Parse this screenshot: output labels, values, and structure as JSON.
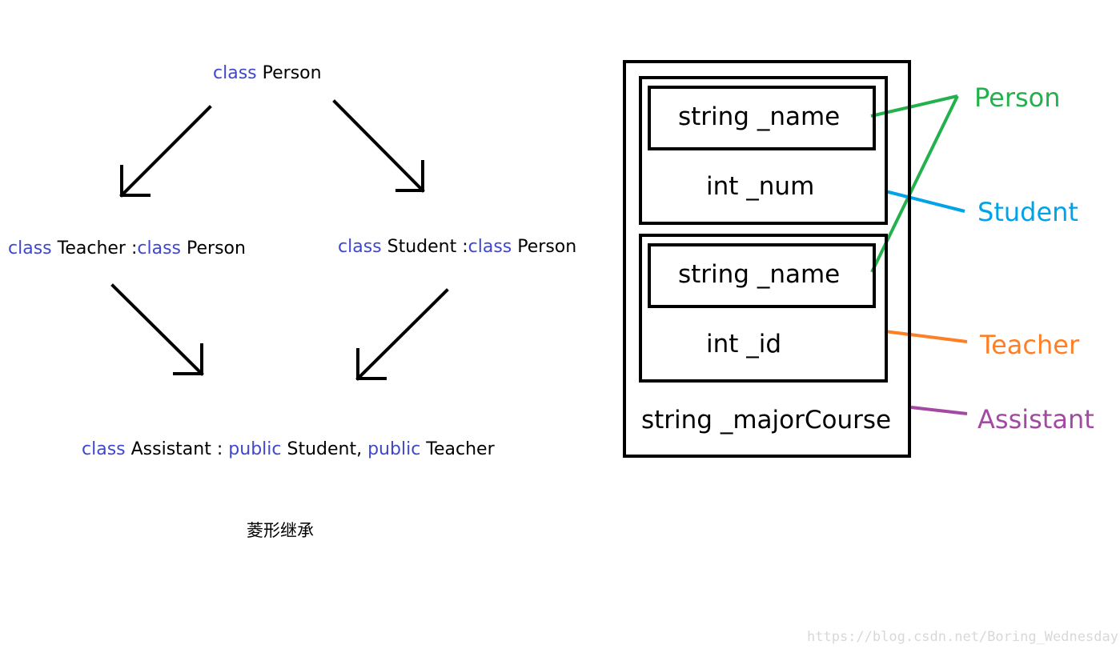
{
  "hierarchy": {
    "person": {
      "kw": "class",
      "name": "Person"
    },
    "teacher": {
      "kw1": "class",
      "name": "Teacher",
      "sep": ":",
      "kw2": "class",
      "base": "Person"
    },
    "student": {
      "kw1": "class",
      "name": "Student",
      "sep": ":",
      "kw2": "class",
      "base": "Person"
    },
    "assistant": {
      "kw": "class",
      "name": "Assistant",
      "sep": ":",
      "kw2": "public",
      "base1": "Student,",
      "kw3": "public",
      "base2": "Teacher"
    },
    "caption": "菱形继承"
  },
  "layout_diagram": {
    "student_name": "string  _name",
    "student_num": "int  _num",
    "teacher_name": "string  _name",
    "teacher_id": "int  _id",
    "major_course": "string _majorCourse"
  },
  "legend": {
    "person": {
      "label": "Person",
      "color": "#22b14c"
    },
    "student": {
      "label": "Student",
      "color": "#00a2e8"
    },
    "teacher": {
      "label": "Teacher",
      "color": "#ff7f27"
    },
    "assistant": {
      "label": "Assistant",
      "color": "#a349a4"
    }
  },
  "watermark": "https://blog.csdn.net/Boring_Wednesday"
}
